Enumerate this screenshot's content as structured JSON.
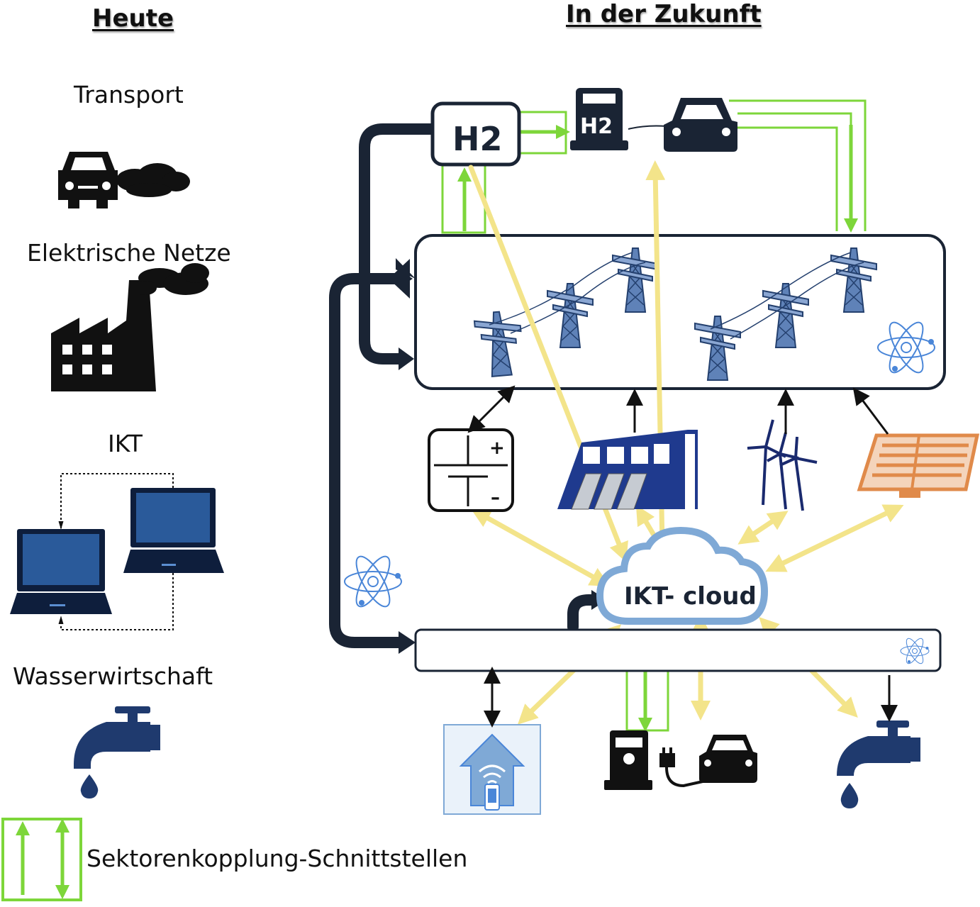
{
  "headings": {
    "today": "Heute",
    "future": "In der Zukunft"
  },
  "today_sectors": [
    {
      "label": "Transport",
      "icon": "car-with-exhaust-icon"
    },
    {
      "label": "Elektrische Netze",
      "icon": "factory-icon"
    },
    {
      "label": "IKT",
      "icon": "laptops-icon"
    },
    {
      "label": "Wasserwirtschaft",
      "icon": "water-tap-icon"
    }
  ],
  "future": {
    "hydrogen_label": "H2",
    "h2_station_label": "H2",
    "cloud_label": "IKT- cloud",
    "grid_icon": "transmission-towers-icon",
    "generators": [
      "battery-icon",
      "hydro-dam-icon",
      "wind-turbines-icon",
      "solar-panel-icon"
    ],
    "consumers": [
      "smart-home-icon",
      "ev-charger-icon",
      "water-tap-icon"
    ]
  },
  "legend": {
    "label": "Sektorenkopplung-Schnittstellen"
  },
  "colors": {
    "dark": "#1a2434",
    "navy": "#1f3a6e",
    "green": "#7dd63a",
    "yellow": "#f3e48a",
    "cloud_blue": "#7fa9d6",
    "solar_orange": "#e08a4a",
    "tower_blue": "#5f82b8"
  }
}
